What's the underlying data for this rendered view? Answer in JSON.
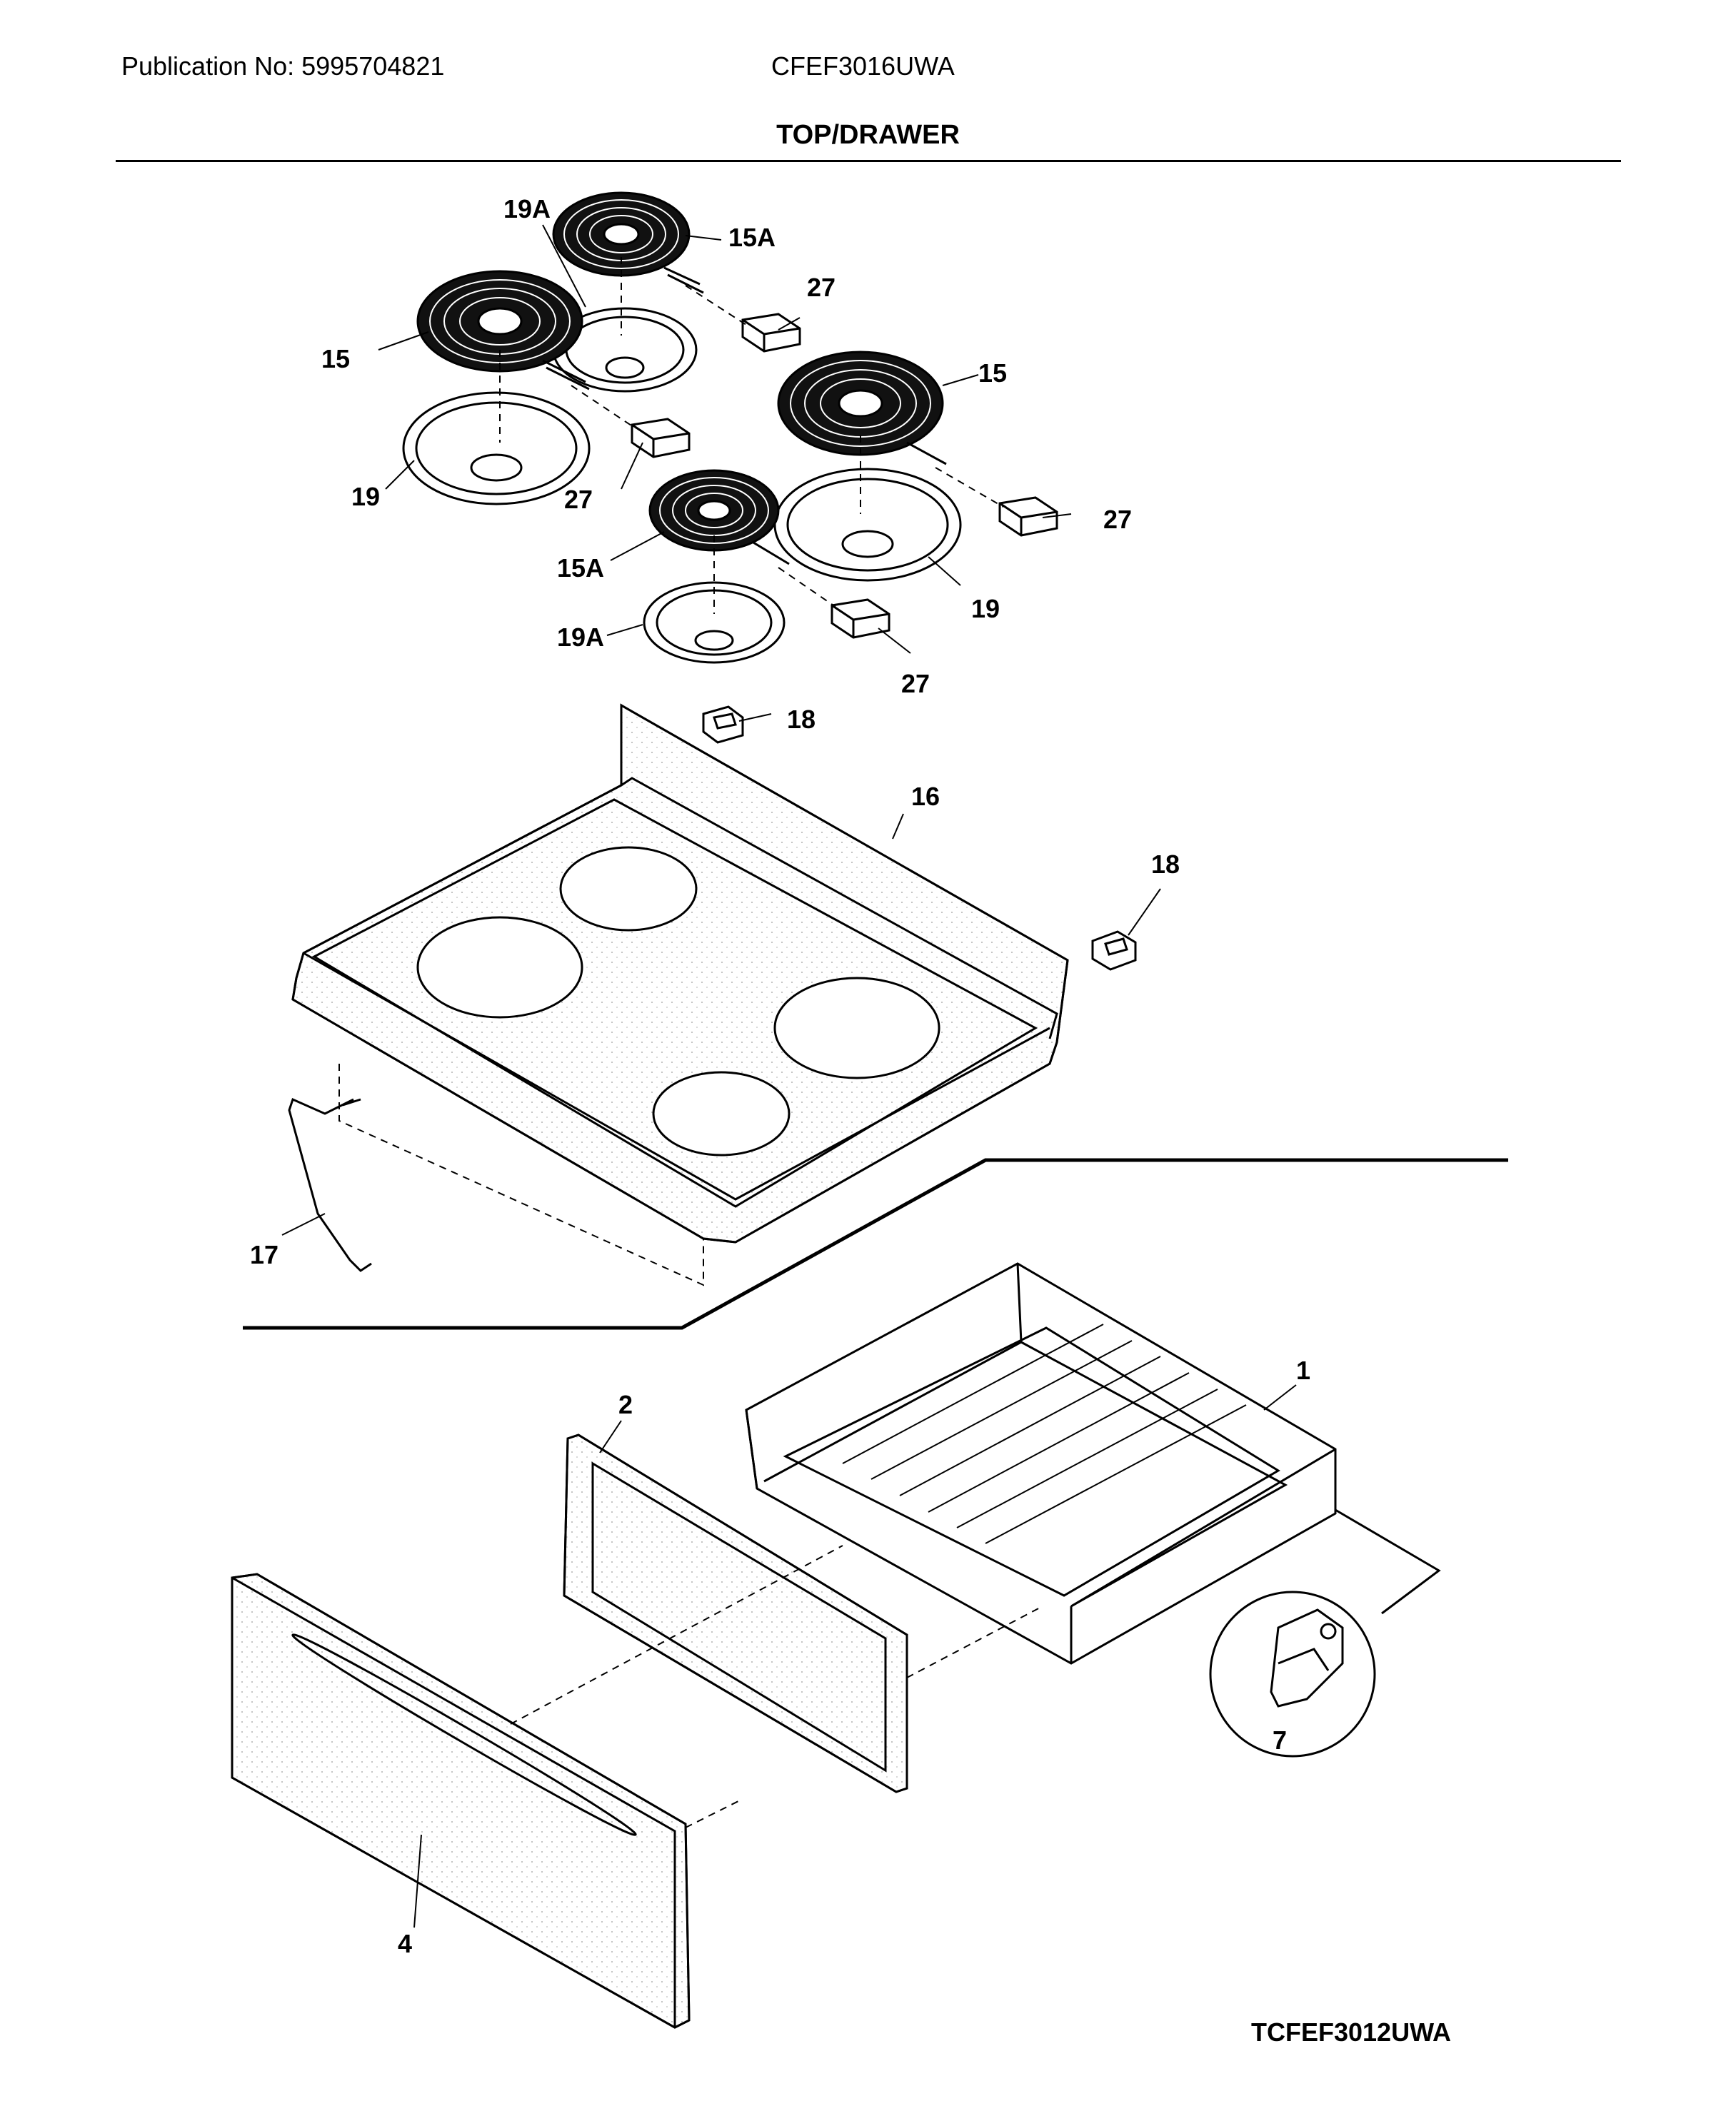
{
  "header": {
    "publication": "Publication No: 5995704821",
    "model": "CFEF3016UWA",
    "section_title": "TOP/DRAWER"
  },
  "parts": {
    "p19A_top": "19A",
    "p15A_top": "15A",
    "p27_a": "27",
    "p15_left": "15",
    "p15_right": "15",
    "p19_left": "19",
    "p27_b": "27",
    "p27_c": "27",
    "p15A_mid": "15A",
    "p19_right": "19",
    "p19A_bottom": "19A",
    "p27_d": "27",
    "p18_top": "18",
    "p16": "16",
    "p18_right": "18",
    "p17": "17",
    "p1": "1",
    "p2": "2",
    "p7": "7",
    "p4": "4"
  },
  "footer": {
    "diagram_code": "TCFEF3012UWA"
  }
}
